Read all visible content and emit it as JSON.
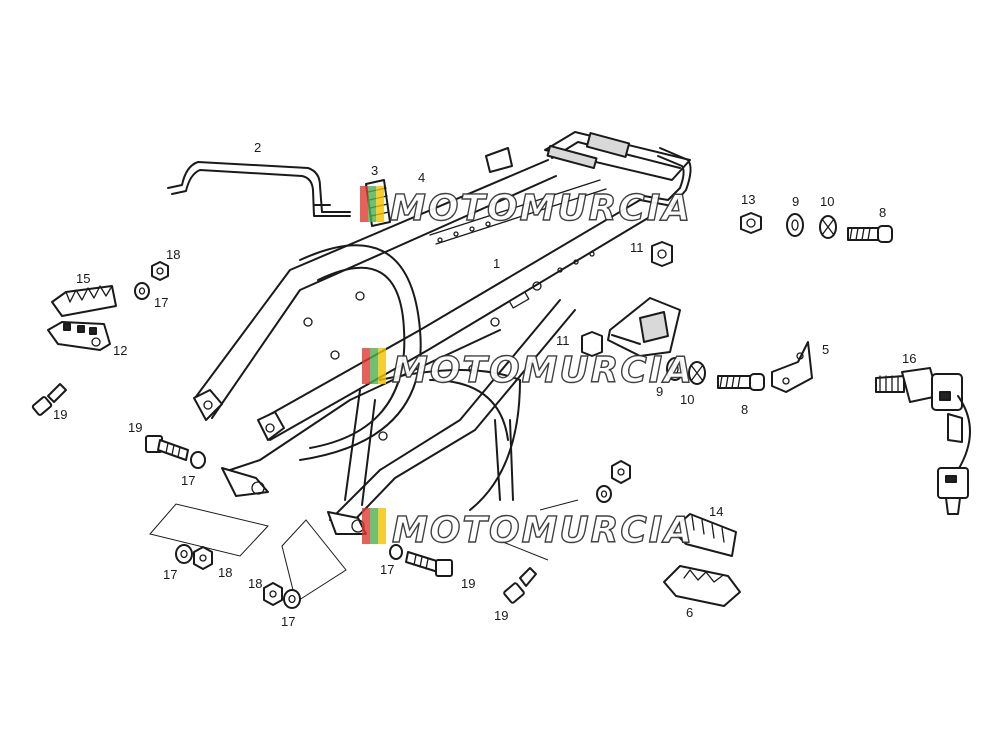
{
  "callouts": [
    {
      "id": "1",
      "label": "1"
    },
    {
      "id": "2",
      "label": "2"
    },
    {
      "id": "3",
      "label": "3"
    },
    {
      "id": "4",
      "label": "4"
    },
    {
      "id": "5",
      "label": "5"
    },
    {
      "id": "6",
      "label": "6"
    },
    {
      "id": "8a",
      "label": "8"
    },
    {
      "id": "8b",
      "label": "8"
    },
    {
      "id": "9a",
      "label": "9"
    },
    {
      "id": "9b",
      "label": "9"
    },
    {
      "id": "10a",
      "label": "10"
    },
    {
      "id": "10b",
      "label": "10"
    },
    {
      "id": "11a",
      "label": "11"
    },
    {
      "id": "11b",
      "label": "11"
    },
    {
      "id": "12",
      "label": "12"
    },
    {
      "id": "13",
      "label": "13"
    },
    {
      "id": "14",
      "label": "14"
    },
    {
      "id": "15",
      "label": "15"
    },
    {
      "id": "16",
      "label": "16"
    },
    {
      "id": "17a",
      "label": "17"
    },
    {
      "id": "17b",
      "label": "17"
    },
    {
      "id": "17c",
      "label": "17"
    },
    {
      "id": "17d",
      "label": "17"
    },
    {
      "id": "17e",
      "label": "17"
    },
    {
      "id": "18a",
      "label": "18"
    },
    {
      "id": "18b",
      "label": "18"
    },
    {
      "id": "18c",
      "label": "18"
    },
    {
      "id": "19a",
      "label": "19"
    },
    {
      "id": "19b",
      "label": "19"
    },
    {
      "id": "19c",
      "label": "19"
    },
    {
      "id": "19d",
      "label": "19"
    }
  ],
  "watermark": {
    "text": "MOTOMURCIA"
  },
  "colors": {
    "line": "#1a1a1a",
    "background": "#ffffff",
    "wm_red": "#e03a2f",
    "wm_green": "#4caf50",
    "wm_yellow": "#f2c200"
  }
}
